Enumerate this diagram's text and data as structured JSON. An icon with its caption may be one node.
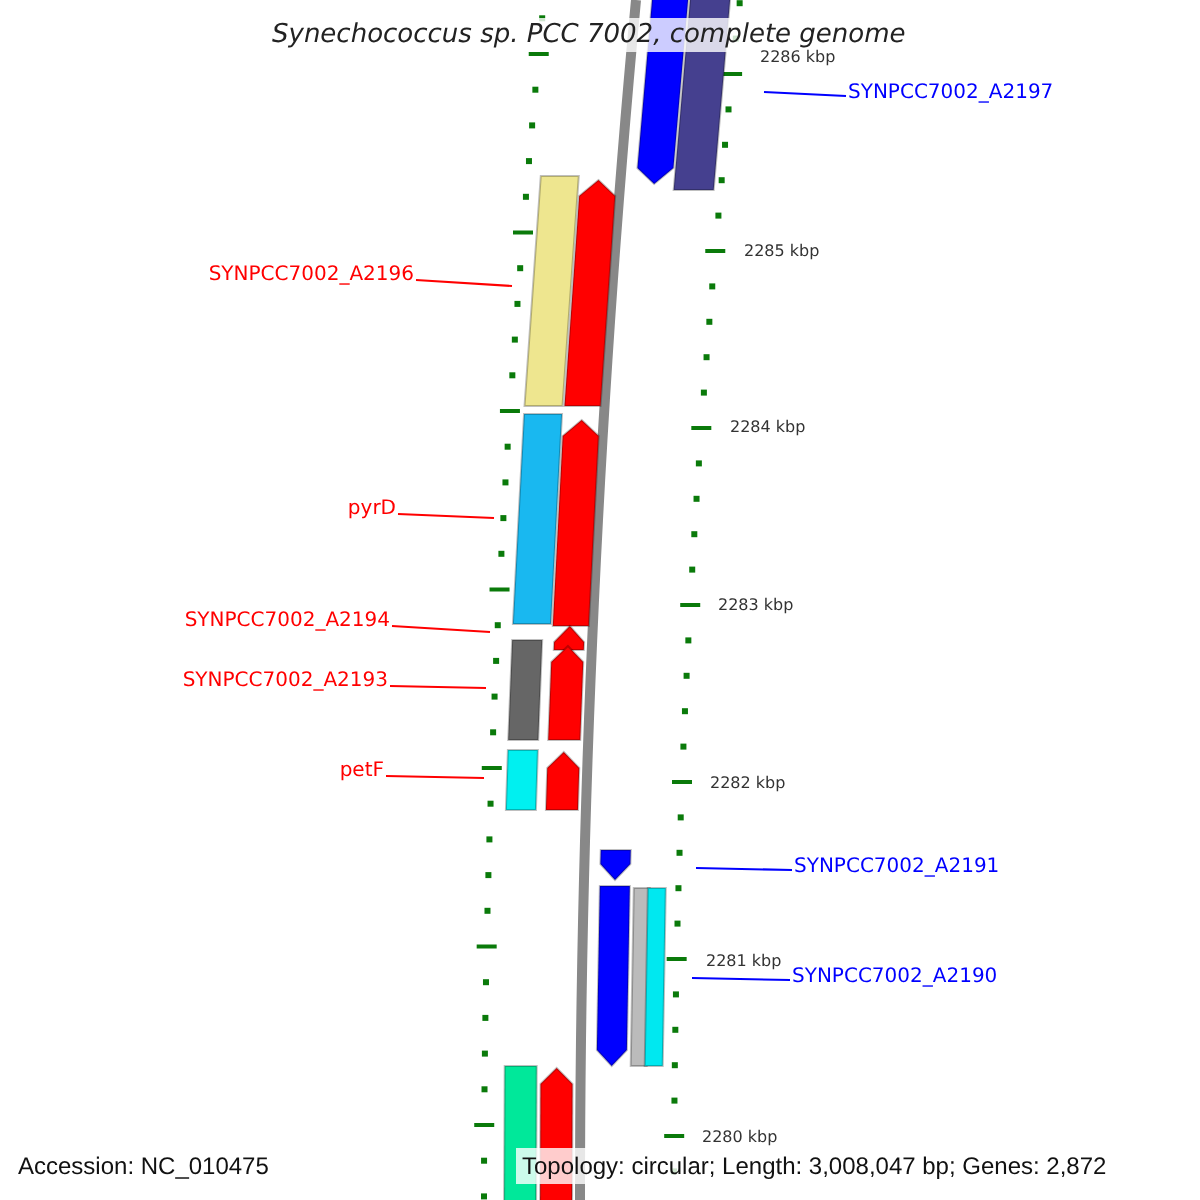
{
  "diagram": {
    "title": "Synechococcus sp. PCC 7002, complete genome",
    "nodes": [
      {
        "text": [
          "SYNPCC7002_A2197"
        ]
      },
      {
        "text": [
          "SYNPCC7002_A2196"
        ]
      },
      {
        "text": [
          "pyrD"
        ]
      },
      {
        "text": [
          "SYNPCC7002_A2194"
        ]
      },
      {
        "text": [
          "SYNPCC7002_A2193"
        ]
      },
      {
        "text": [
          "petF"
        ]
      },
      {
        "text": [
          "SYNPCC7002_A2191"
        ]
      },
      {
        "text": [
          "SYNPCC7002_A2190"
        ]
      }
    ],
    "edges": [
      {
        "from": 0,
        "to": null,
        "arrow": "none",
        "color": "#0000ff"
      },
      {
        "from": 1,
        "to": null,
        "arrow": "none"
      },
      {
        "from": 2,
        "to": null,
        "arrow": "none"
      },
      {
        "from": 3,
        "to": null,
        "arrow": "none"
      },
      {
        "from": 4,
        "to": null,
        "arrow": "none"
      },
      {
        "from": 5,
        "to": null,
        "arrow": "none"
      },
      {
        "from": 6,
        "to": null,
        "arrow": "none",
        "color": "#0000ff"
      },
      {
        "from": 7,
        "to": null,
        "arrow": "none",
        "color": "#0000ff"
      }
    ],
    "labels": [
      "2286 kbp",
      "2285 kbp",
      "2284 kbp",
      "2283 kbp",
      "2282 kbp",
      "2281 kbp",
      "2280 kbp",
      "Accession: NC_010475",
      "Topology: circular; Length: 3,008,047 bp; Genes: 2,872"
    ]
  }
}
